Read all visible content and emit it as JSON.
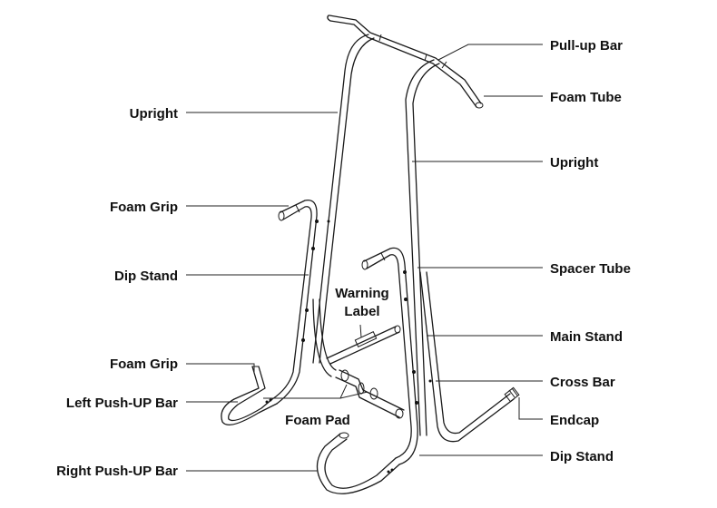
{
  "labels": {
    "pull_up_bar": "Pull-up Bar",
    "foam_tube": "Foam Tube",
    "upright_left": "Upright",
    "upright_right": "Upright",
    "foam_grip_upper": "Foam Grip",
    "foam_grip_lower": "Foam Grip",
    "dip_stand_left": "Dip Stand",
    "dip_stand_right": "Dip Stand",
    "spacer_tube": "Spacer Tube",
    "warning_label_line1": "Warning",
    "warning_label_line2": "Label",
    "main_stand": "Main Stand",
    "cross_bar": "Cross Bar",
    "left_push_up_bar": "Left Push-UP Bar",
    "foam_pad": "Foam Pad",
    "endcap": "Endcap",
    "right_push_up_bar": "Right Push-UP Bar"
  },
  "colors": {
    "line": "#1a1a1a",
    "text": "#111111",
    "background": "#ffffff"
  }
}
